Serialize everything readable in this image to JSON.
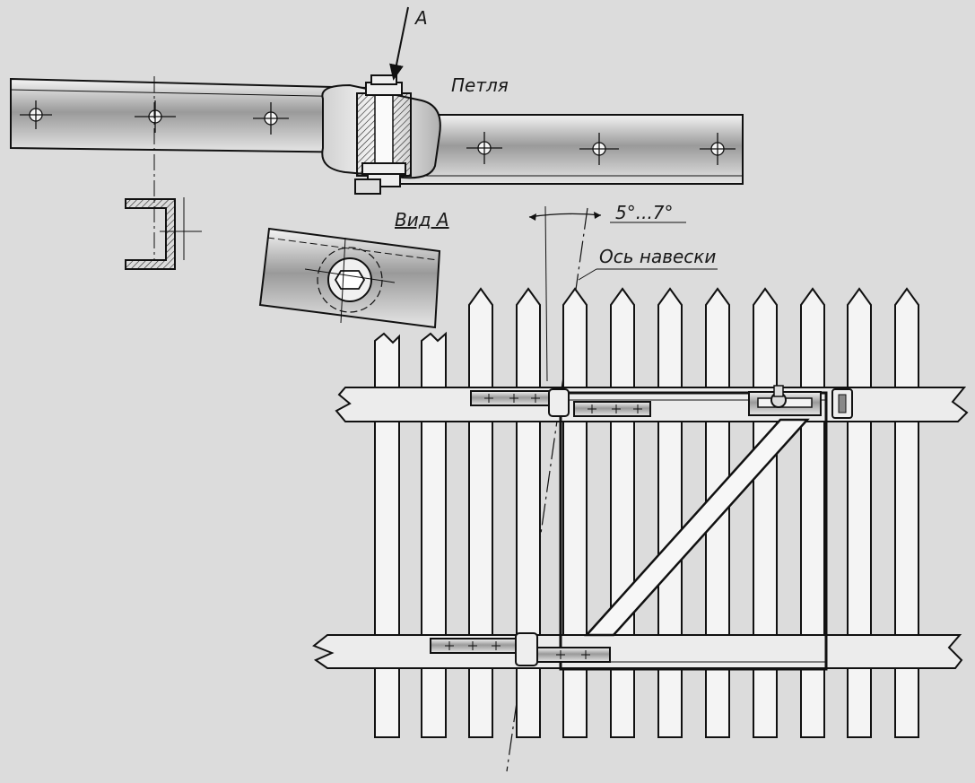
{
  "labels": {
    "view_arrow": "A",
    "hinge": "Петля",
    "view_a": "Вид А",
    "angle": "5°...7°",
    "hinge_axis": "Ось навески"
  },
  "colors": {
    "paper": "#dcdcdc",
    "ink": "#1a1a1a",
    "metal_light": "#e8e8e8",
    "metal_dark": "#8a8a8a",
    "wood": "#f2f2f2"
  }
}
